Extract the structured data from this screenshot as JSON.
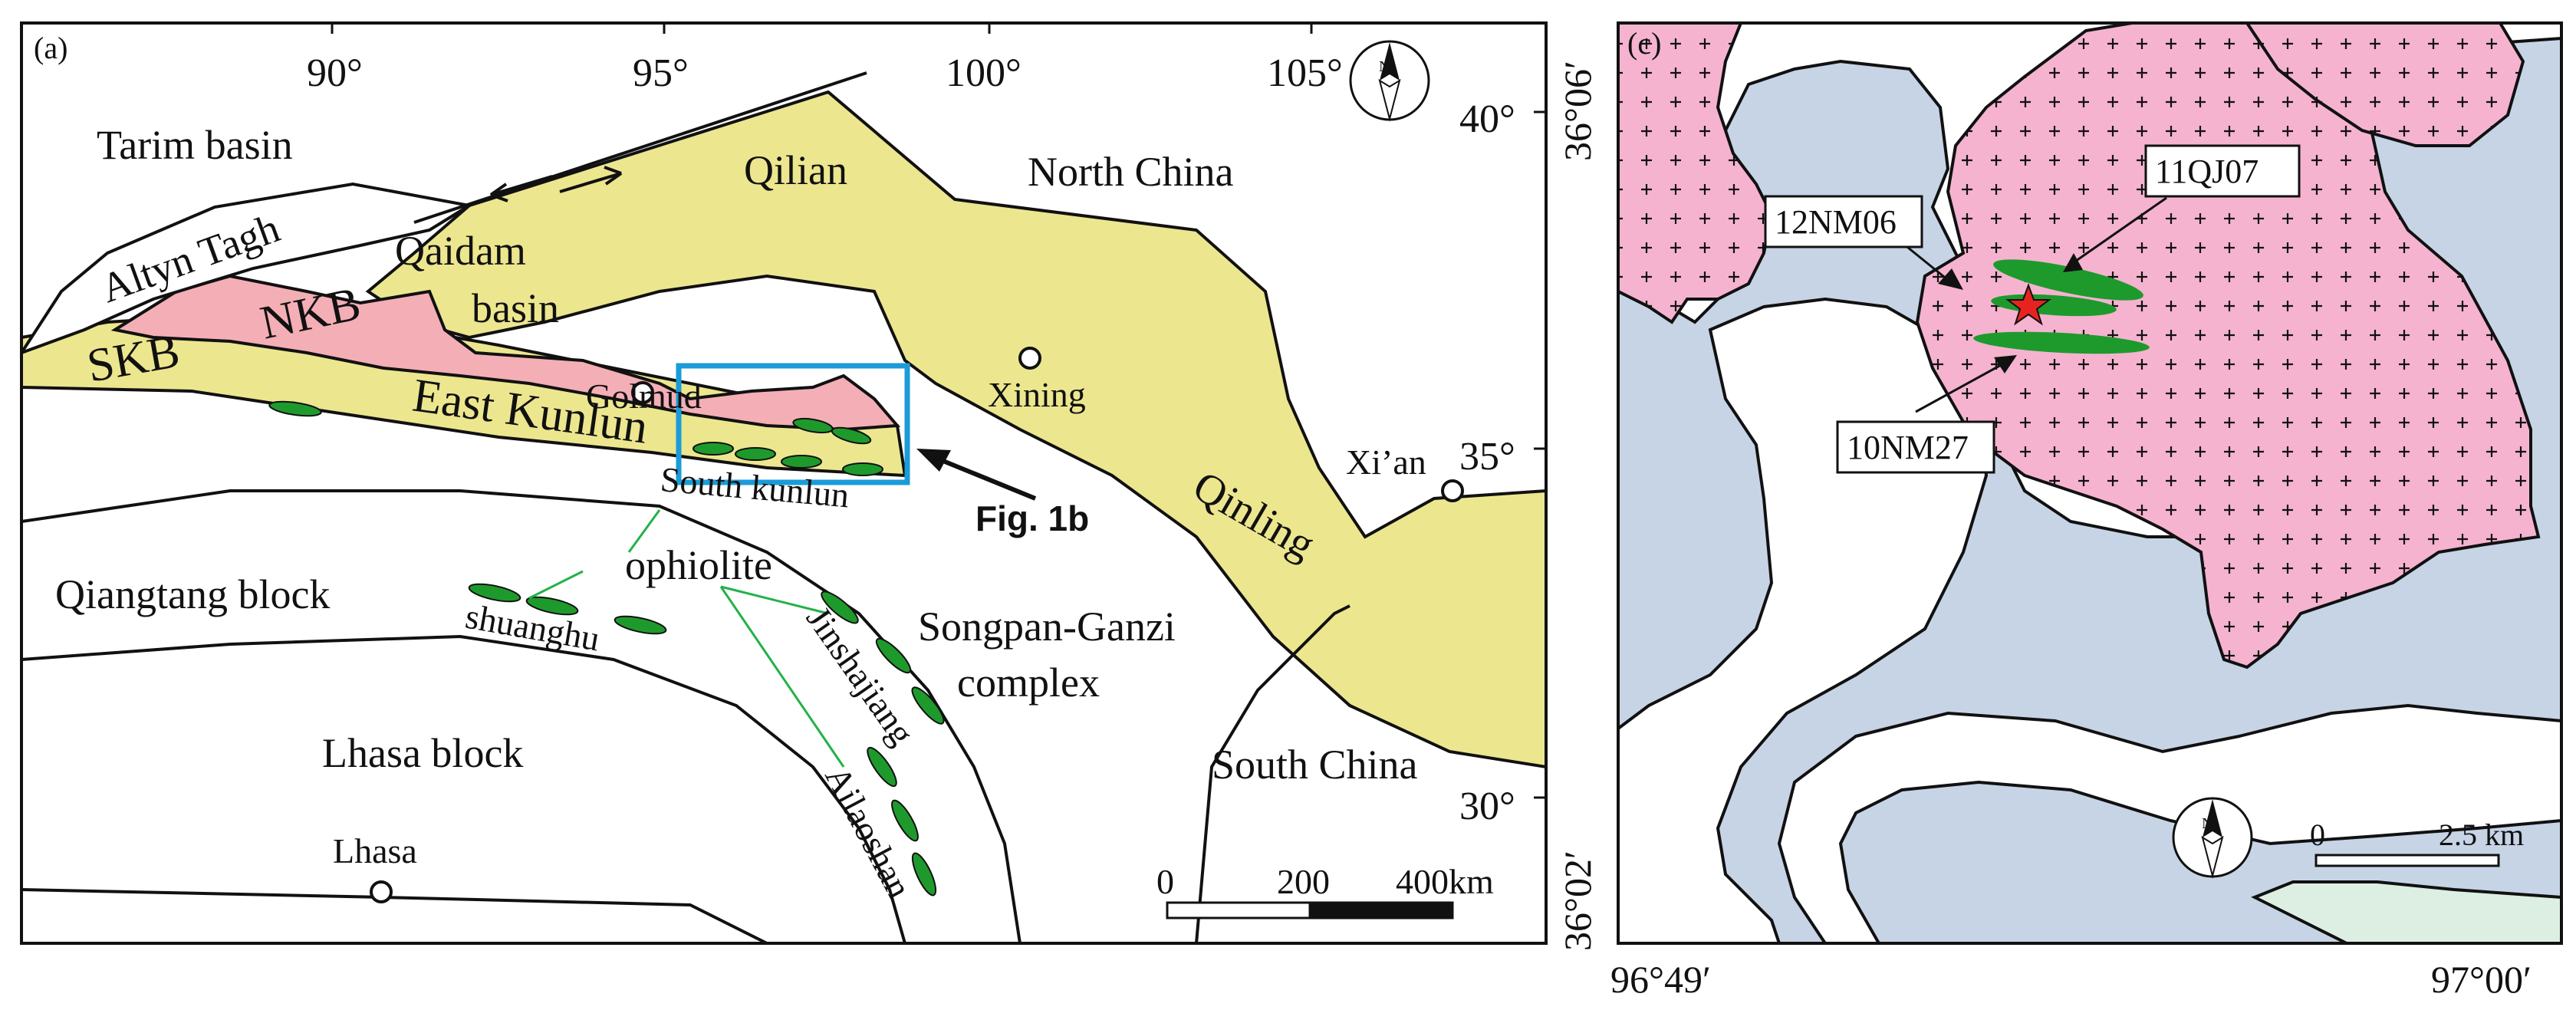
{
  "panel_a": {
    "label": "(a)",
    "longitudes": [
      "90°",
      "95°",
      "100°",
      "105°"
    ],
    "latitudes": [
      "40°",
      "35°",
      "30°"
    ],
    "regions": {
      "tarim": "Tarim basin",
      "altyn": "Altyn Tagh",
      "qaidam_1": "Qaidam",
      "qaidam_2": "basin",
      "nkb": "NKB",
      "skb": "SKB",
      "east_kunlun": "East Kunlun",
      "qilian": "Qilian",
      "north_china": "North China",
      "qinling": "Qinling",
      "south_kunlun": "South kunlun",
      "qiangtang": "Qiangtang block",
      "shuanghu": "shuanghu",
      "jinshajiang": "Jinshajiang",
      "ailaoshan": "Ailaoshan",
      "songpan_1": "Songpan-Ganzi",
      "songpan_2": "complex",
      "south_china": "South China",
      "lhasa_block": "Lhasa block",
      "ophiolite": "ophiolite"
    },
    "cities": [
      "Golmud",
      "Xining",
      "Xi’an",
      "Lhasa"
    ],
    "callout": "Fig. 1b",
    "scale": {
      "zero": "0",
      "mid": "200",
      "end": "400km"
    },
    "north": "N"
  },
  "panel_c": {
    "label": "(c)",
    "left_lat_top": "36°06′",
    "left_lat_bottom": "36°02′",
    "bottom_lon_left": "96°49′",
    "bottom_lon_right": "97°00′",
    "samples": [
      "12NM06",
      "11QJ07",
      "10NM27"
    ],
    "scale": {
      "zero": "0",
      "end": "2.5 km"
    },
    "north": "N"
  },
  "colors": {
    "pink": "#f4aeb6",
    "yellow": "#ece68f",
    "ophiolite_green": "#1e9a2c",
    "ophiolite_line": "#22b24a",
    "frame_blue": "#1b9bd8",
    "water_blue": "#c6d4e6",
    "granite_pink": "#f5b3d0",
    "pale_green": "#dcefe2",
    "star_red": "#e8231f"
  }
}
